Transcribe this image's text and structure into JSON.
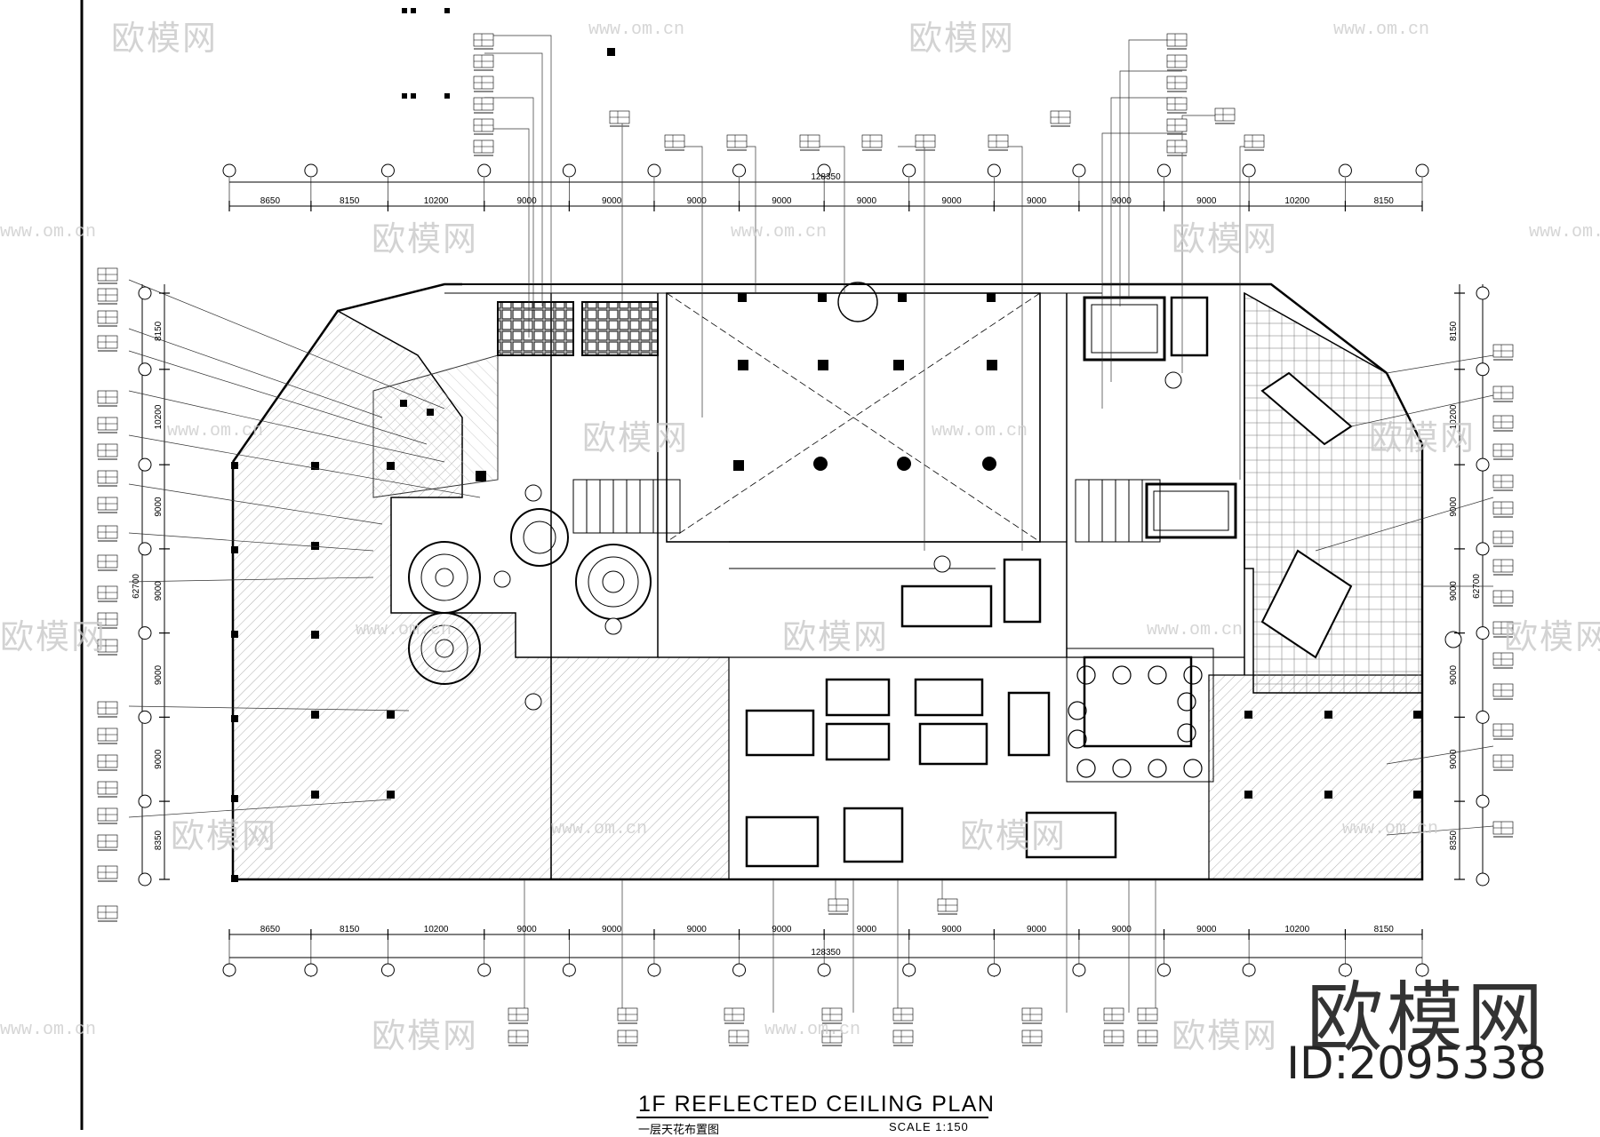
{
  "drawing": {
    "title": "1F REFLECTED  CEILING   PLAN",
    "subtitle": "一层天花布置图",
    "scale": "SCALE    1:150"
  },
  "watermark": {
    "brand": "欧模网",
    "url": "www.om.cn",
    "id": "ID:2095338"
  },
  "dimensions": {
    "top_spans": [
      "8650",
      "8150",
      "10200",
      "9000",
      "9000",
      "9000",
      "9000",
      "9000",
      "9000",
      "9000",
      "9000",
      "9000",
      "10200",
      "8150"
    ],
    "top_total": "128350",
    "bottom_spans": [
      "8650",
      "8150",
      "10200",
      "9000",
      "9000",
      "9000",
      "9000",
      "9000",
      "9000",
      "9000",
      "9000",
      "9000",
      "10200",
      "8150"
    ],
    "bottom_total": "128350",
    "left_spans": [
      "8150",
      "10200",
      "9000",
      "9000",
      "9000",
      "9000",
      "8350"
    ],
    "left_total": "62700",
    "right_spans": [
      "8150",
      "10200",
      "9000",
      "9000",
      "9000",
      "9000",
      "8350"
    ],
    "right_total": "62700"
  }
}
